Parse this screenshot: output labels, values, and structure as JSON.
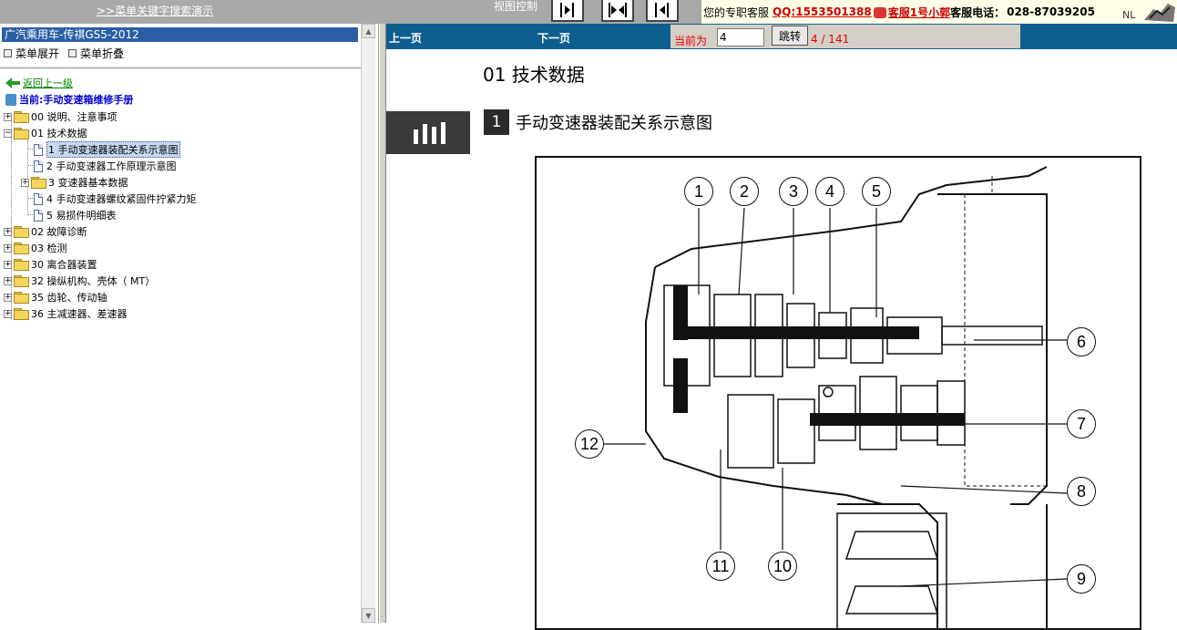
{
  "topbar": {
    "search_link": ">>菜单关键字搜索演示",
    "view_control": "视图控制",
    "support_label": "您的专职客服",
    "qq": "QQ:1553501388",
    "kefu": "客服1号小郭",
    "tel_label": "客服电话：",
    "tel": "028-87039205",
    "logo_text": "NL"
  },
  "sidebar": {
    "doc_title": "广汽乘用车-传祺GS5-2012",
    "expand_label": "菜单展开",
    "collapse_label": "菜单折叠",
    "back_label": "返回上一级",
    "current_label": "当前:手动变速箱维修手册",
    "tree": [
      {
        "label": "00 说明、注意事项"
      },
      {
        "label": "01 技术数据"
      },
      {
        "label": "1 手动变速器装配关系示意图"
      },
      {
        "label": "2 手动变速器工作原理示意图"
      },
      {
        "label": "3 变速器基本数据"
      },
      {
        "label": "4 手动变速器螺纹紧固件拧紧力矩"
      },
      {
        "label": "5 易损件明细表"
      },
      {
        "label": "02 故障诊断"
      },
      {
        "label": "03 检测"
      },
      {
        "label": "30 离合器装置"
      },
      {
        "label": "32 操纵机构、壳体（ MT）"
      },
      {
        "label": "35 齿轮、传动轴"
      },
      {
        "label": "36 主减速器、差速器"
      }
    ]
  },
  "nav": {
    "prev": "上一页",
    "next": "下一页",
    "current_label": "当前为",
    "page_value": "4",
    "go_label": "跳转",
    "page_count": "4 / 141"
  },
  "content": {
    "heading": "01 技术数据",
    "section_number": "1",
    "section_title": "手动变速器装配关系示意图",
    "callouts": [
      "1",
      "2",
      "3",
      "4",
      "5",
      "6",
      "7",
      "8",
      "9",
      "10",
      "11",
      "12"
    ]
  }
}
